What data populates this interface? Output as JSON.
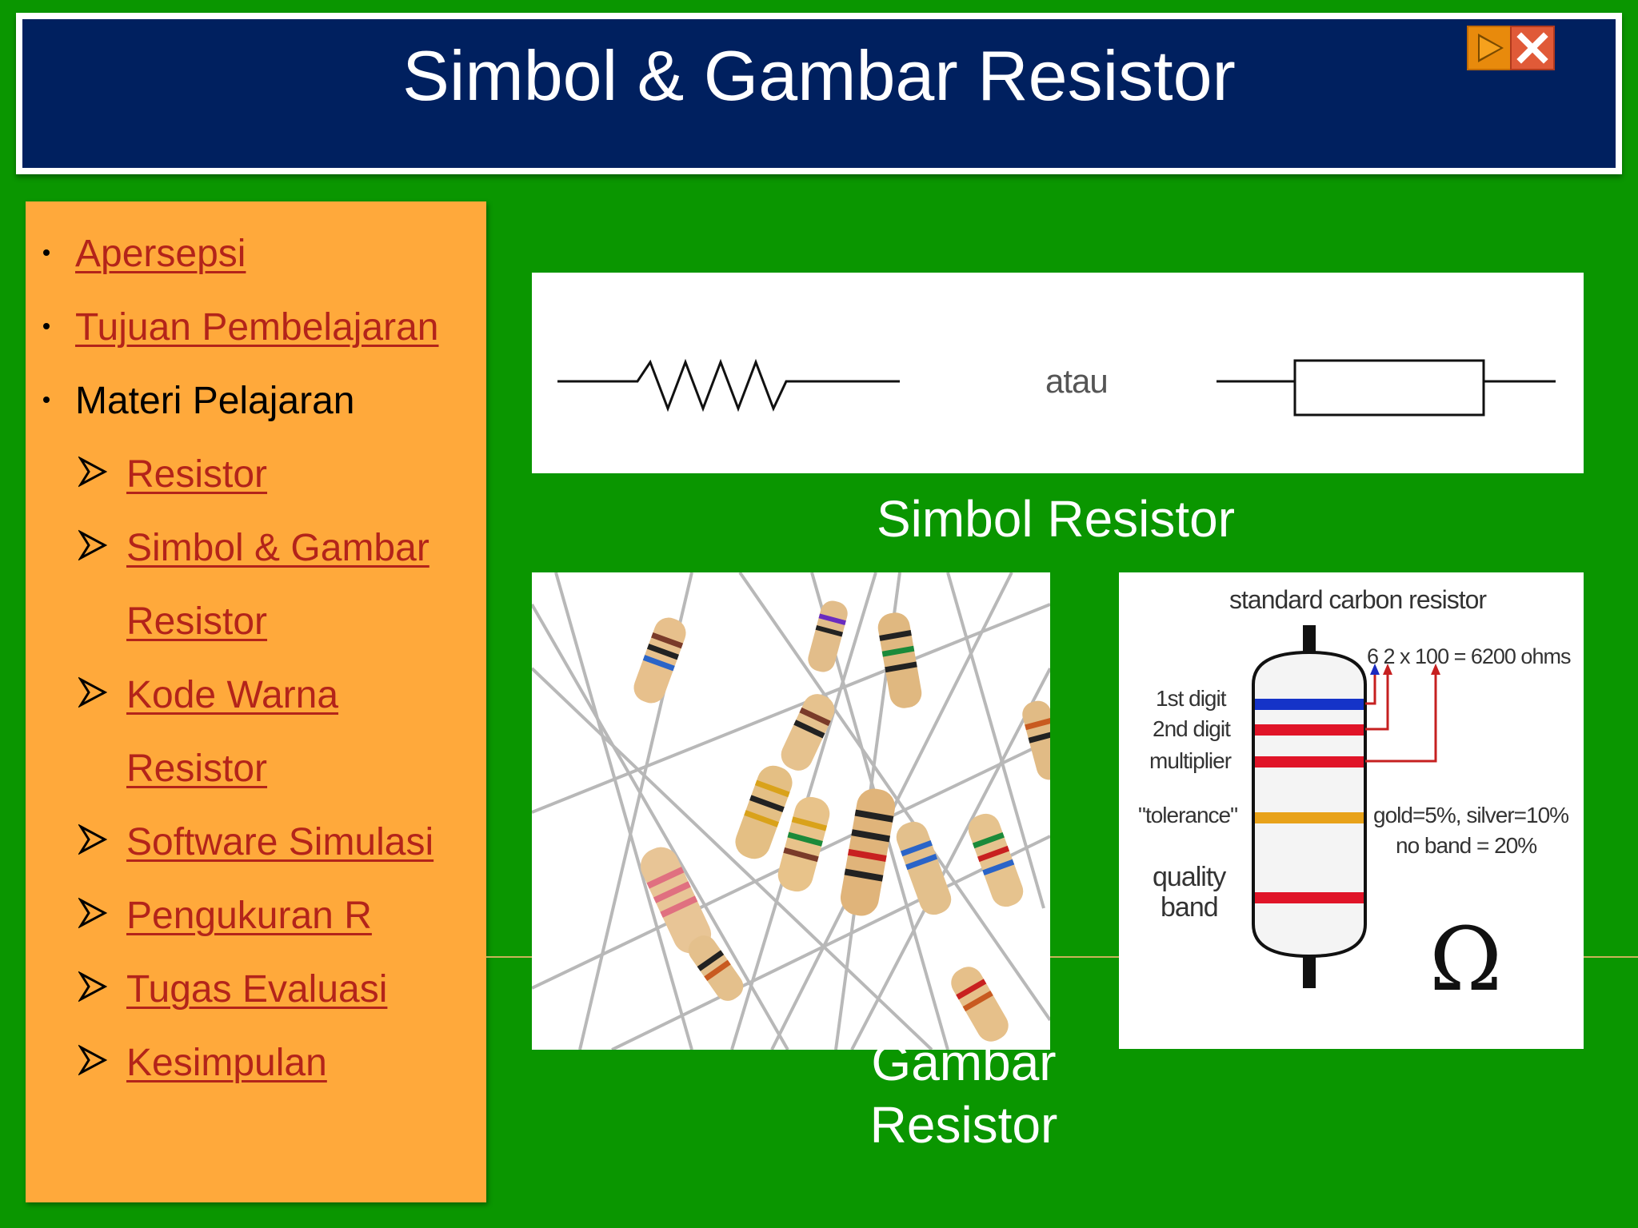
{
  "slide": {
    "title": "Simbol & Gambar Resistor",
    "nav": {
      "next_icon": "play-triangle-icon",
      "close_icon": "close-x-icon"
    }
  },
  "sidebar": {
    "items": [
      {
        "label": "Apersepsi",
        "level": 1,
        "link": true
      },
      {
        "label": "Tujuan Pembelajaran",
        "level": 1,
        "link": true
      },
      {
        "label": "Materi Pelajaran",
        "level": 1,
        "link": false
      },
      {
        "label": "Resistor",
        "level": 2,
        "link": true
      },
      {
        "label": "Simbol & Gambar",
        "level": 2,
        "link": true
      },
      {
        "label": "Resistor",
        "level": 2,
        "link": true,
        "continuation": true
      },
      {
        "label": "Kode Warna",
        "level": 2,
        "link": true
      },
      {
        "label": "Resistor",
        "level": 2,
        "link": true,
        "continuation": true
      },
      {
        "label": "Software Simulasi",
        "level": 2,
        "link": true
      },
      {
        "label": "Pengukuran R",
        "level": 2,
        "link": true
      },
      {
        "label": "Tugas Evaluasi",
        "level": 2,
        "link": true
      },
      {
        "label": "Kesimpulan",
        "level": 2,
        "link": true
      }
    ]
  },
  "symbol": {
    "separator": "atau",
    "caption": "Simbol Resistor"
  },
  "picture": {
    "caption_line1": "Gambar",
    "caption_line2": "Resistor"
  },
  "diagram": {
    "title": "standard carbon resistor",
    "formula": "6 2 x 100 = 6200 ohms",
    "first_digit": "1st digit",
    "second_digit": "2nd digit",
    "multiplier": "multiplier",
    "tolerance": "\"tolerance\"",
    "tolerance_values": "gold=5%, silver=10%",
    "no_band": "no band = 20%",
    "quality1": "quality",
    "quality2": "band",
    "omega": "Ω",
    "band_colors": [
      "#1533c8",
      "#e01428",
      "#e01428",
      "#e8a21a",
      "#e01428"
    ]
  },
  "colors": {
    "background": "#0a9600",
    "header": "#00205f",
    "sidebar": "#ffa93b",
    "link": "#b3241a"
  }
}
